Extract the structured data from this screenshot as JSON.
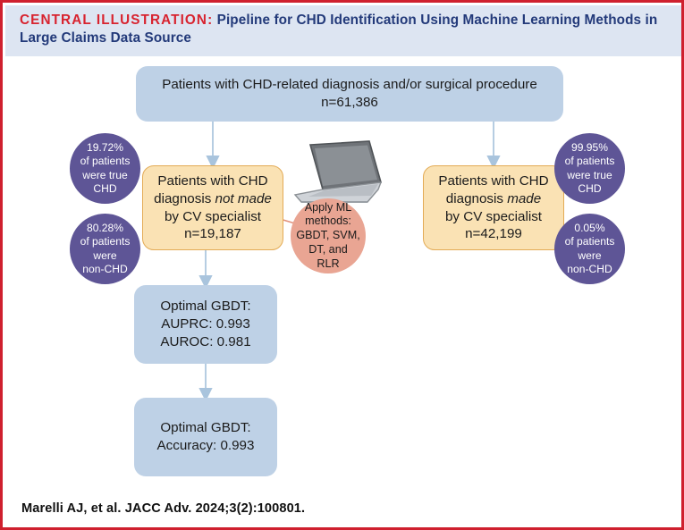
{
  "header": {
    "label": "CENTRAL ILLUSTRATION:",
    "title": "Pipeline for CHD Identification Using Machine Learning Methods in Large Claims Data Source"
  },
  "colors": {
    "border_red": "#cf202e",
    "label_red": "#d8232f",
    "title_navy": "#233a7a",
    "header_band": "#dde5f2",
    "box_blue": "#bed1e6",
    "box_orange_fill": "#fae2b4",
    "box_orange_border": "#e3ab56",
    "circle_purple": "#5e5596",
    "circle_salmon": "#e9a593",
    "arrow_blue": "#a9c4dd",
    "arrow_salmon": "#e9a593"
  },
  "flow": {
    "top_box": {
      "line1": "Patients with CHD-related diagnosis and/or surgical procedure",
      "line2": "n=61,386"
    },
    "left_box": {
      "line1": "Patients with CHD",
      "line2_pre": "diagnosis ",
      "line2_em": "not made",
      "line3": "by CV specialist",
      "line4": "n=19,187"
    },
    "right_box": {
      "line1": "Patients with CHD",
      "line2_pre": "diagnosis ",
      "line2_em": "made",
      "line3": "by CV specialist",
      "line4": "n=42,199"
    },
    "metrics_box": {
      "line1": "Optimal GBDT:",
      "line2": "AUPRC: 0.993",
      "line3": "AUROC: 0.981"
    },
    "accuracy_box": {
      "line1": "Optimal GBDT:",
      "line2": "Accuracy: 0.993"
    },
    "ml_circle": {
      "line1": "Apply ML",
      "line2": "methods:",
      "line3": "GBDT, SVM,",
      "line4": "DT, and",
      "line5": "RLR"
    },
    "left_true_circle": {
      "line1": "19.72%",
      "line2": "of patients",
      "line3": "were true",
      "line4": "CHD"
    },
    "left_non_circle": {
      "line1": "80.28%",
      "line2": "of patients",
      "line3": "were",
      "line4": "non-CHD"
    },
    "right_true_circle": {
      "line1": "99.95%",
      "line2": "of patients",
      "line3": "were true",
      "line4": "CHD"
    },
    "right_non_circle": {
      "line1": "0.05%",
      "line2": "of patients",
      "line3": "were",
      "line4": "non-CHD"
    }
  },
  "citation": "Marelli AJ, et al. JACC Adv. 2024;3(2):100801."
}
